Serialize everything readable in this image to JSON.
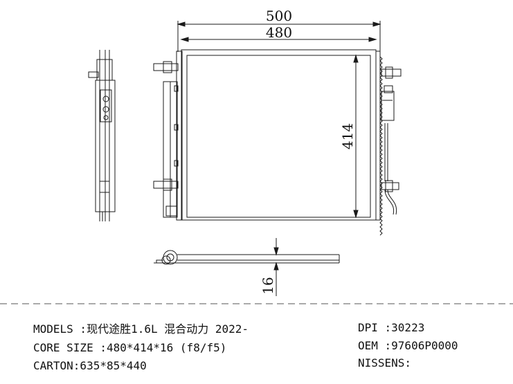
{
  "dimensions": {
    "overall_width": "500",
    "core_width": "480",
    "core_height": "414",
    "thickness": "16"
  },
  "specs": {
    "models": "MODELS :现代途胜1.6L 混合动力 2022-",
    "core_size": "CORE SIZE :480*414*16 (f8/f5)",
    "carton": "CARTON:635*85*440",
    "dpi": "DPI :30223",
    "oem": "OEM :97606P0000",
    "nissens": "NISSENS:"
  }
}
